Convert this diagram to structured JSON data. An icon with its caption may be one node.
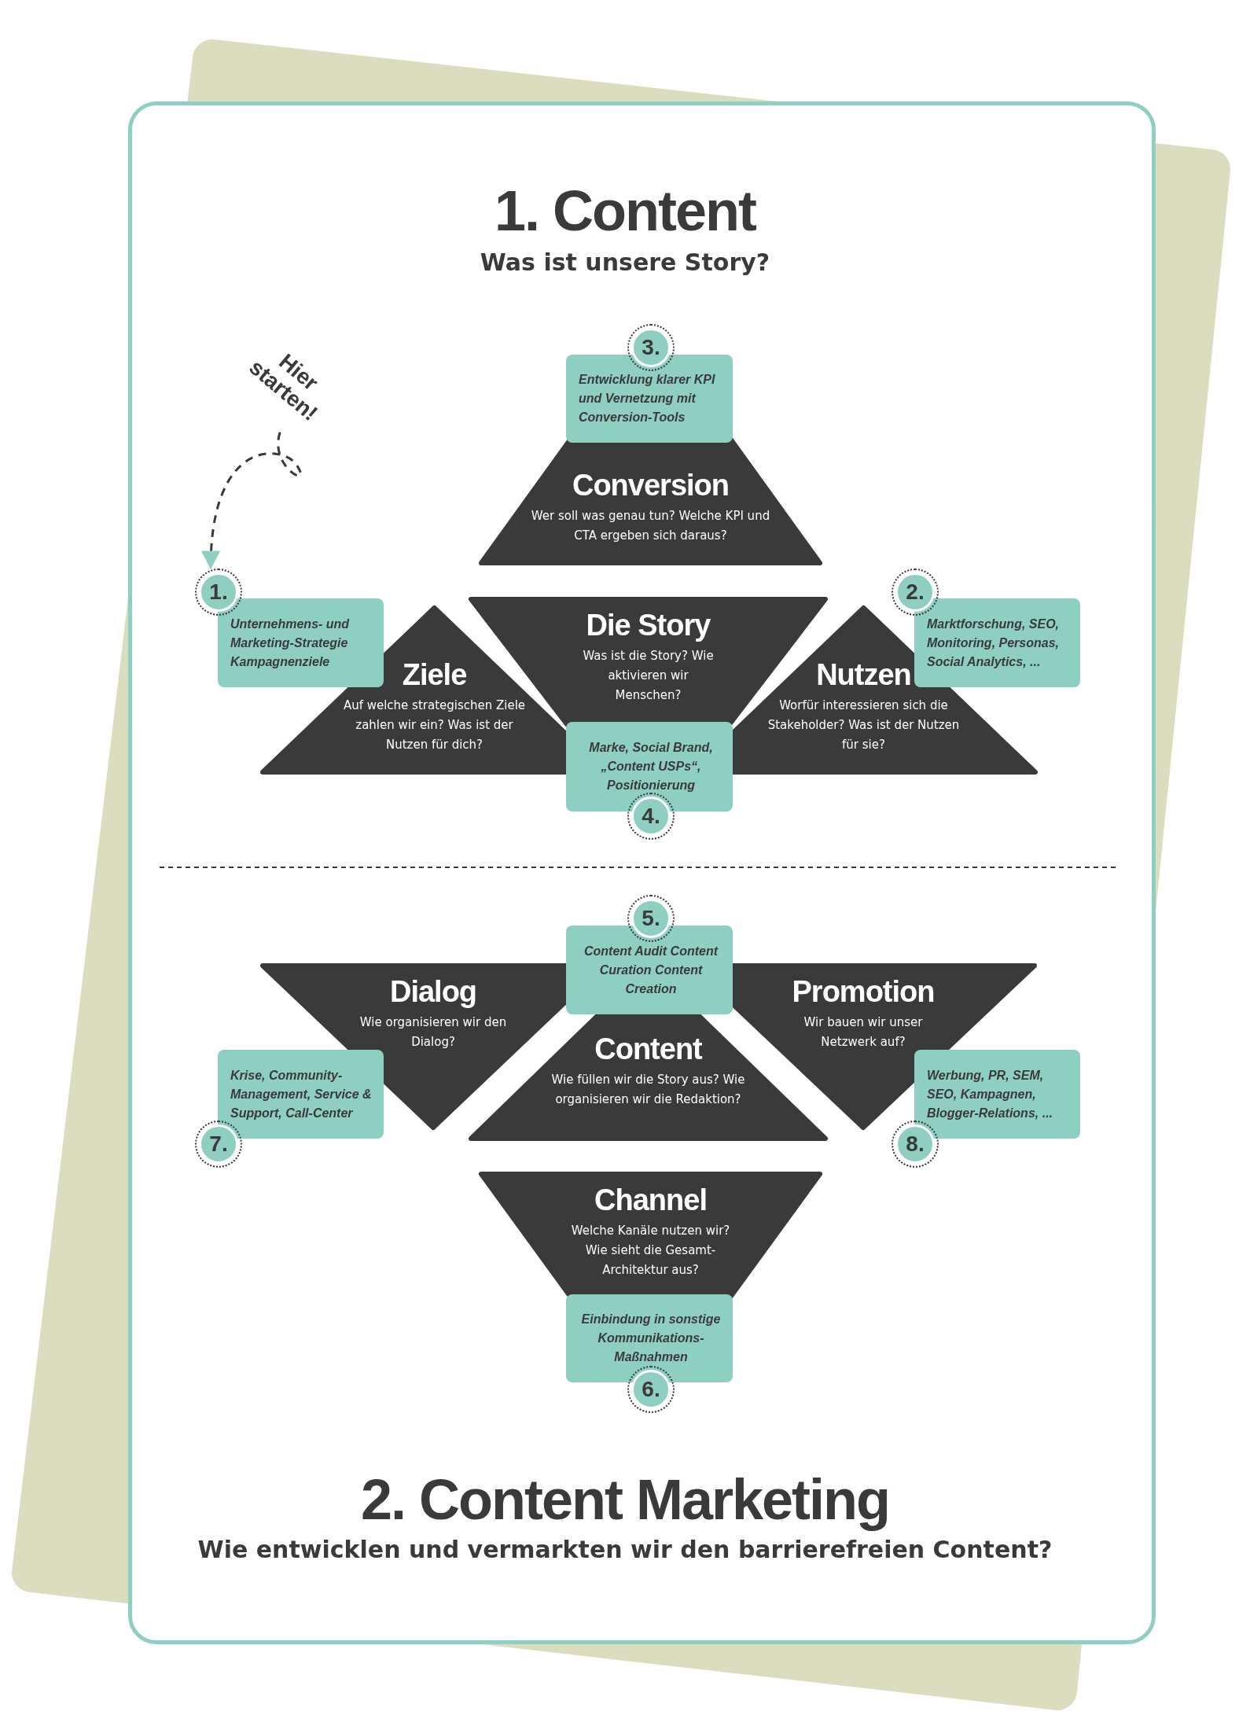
{
  "diagram": {
    "title": "1. Content",
    "nodes": [
      {
        "text": [
          "3."
        ]
      },
      {
        "text": [
          "Entwicklung klarer KPI und Vernetzung mit Conversion-Tools"
        ]
      },
      {
        "text": [
          "Hier starten!"
        ]
      },
      {
        "text": [
          "Conversion",
          "Wer soll was genau tun? Welche KPI und CTA ergeben sich daraus?"
        ]
      },
      {
        "text": [
          "1."
        ]
      },
      {
        "text": [
          "Unternehmens- und Marketing-Strategie Kampagnenziele"
        ]
      },
      {
        "text": [
          "2."
        ]
      },
      {
        "text": [
          "Marktforschung, SEO, Monitoring, Personas, Social Analytics, ..."
        ]
      },
      {
        "text": [
          "Die Story",
          "Was ist die Story? Wie aktivieren wir Menschen?"
        ]
      },
      {
        "text": [
          "Ziele",
          "Auf welche strategischen Ziele zahlen wir ein? Was ist der Nutzen für dich?"
        ]
      },
      {
        "text": [
          "Nutzen",
          "Worfür interessieren sich die Stakeholder? Was ist der Nutzen für sie?"
        ]
      },
      {
        "text": [
          "Marke, Social Brand, „Content USPs“, Positionierung"
        ]
      },
      {
        "text": [
          "4."
        ]
      },
      {
        "text": [
          "5."
        ]
      },
      {
        "text": [
          "Content Audit Content Curation Content Creation"
        ]
      },
      {
        "text": [
          "Dialog",
          "Wie organisieren wir den Dialog?"
        ]
      },
      {
        "text": [
          "Promotion",
          "Wir bauen wir unser Netzwerk auf?"
        ]
      },
      {
        "text": [
          "Krise, Community-Management, Service & Support, Call-Center"
        ]
      },
      {
        "text": [
          "7."
        ]
      },
      {
        "text": [
          "Content",
          "Wie füllen wir die Story aus? Wie organisieren wir die Redaktion?"
        ]
      },
      {
        "text": [
          "Werbung, PR, SEM, SEO, Kampagnen, Blogger-Relations, ..."
        ]
      },
      {
        "text": [
          "8."
        ]
      },
      {
        "text": [
          "Channel",
          "Welche Kanäle nutzen wir? Wie sieht die Gesamt-Architektur aus?"
        ]
      },
      {
        "text": [
          "Einbindung in sonstige Kommunikations-Maßnahmen"
        ]
      },
      {
        "text": [
          "6."
        ]
      }
    ],
    "edges": [
      {
        "from": 2,
        "to": 4,
        "arrow": "to",
        "style": "dashed"
      }
    ],
    "labels": [
      "Was ist unsere Story?",
      "2. Content Marketing",
      "Wie entwicklen und vermarkten wir den barrierefreien Content?"
    ]
  }
}
